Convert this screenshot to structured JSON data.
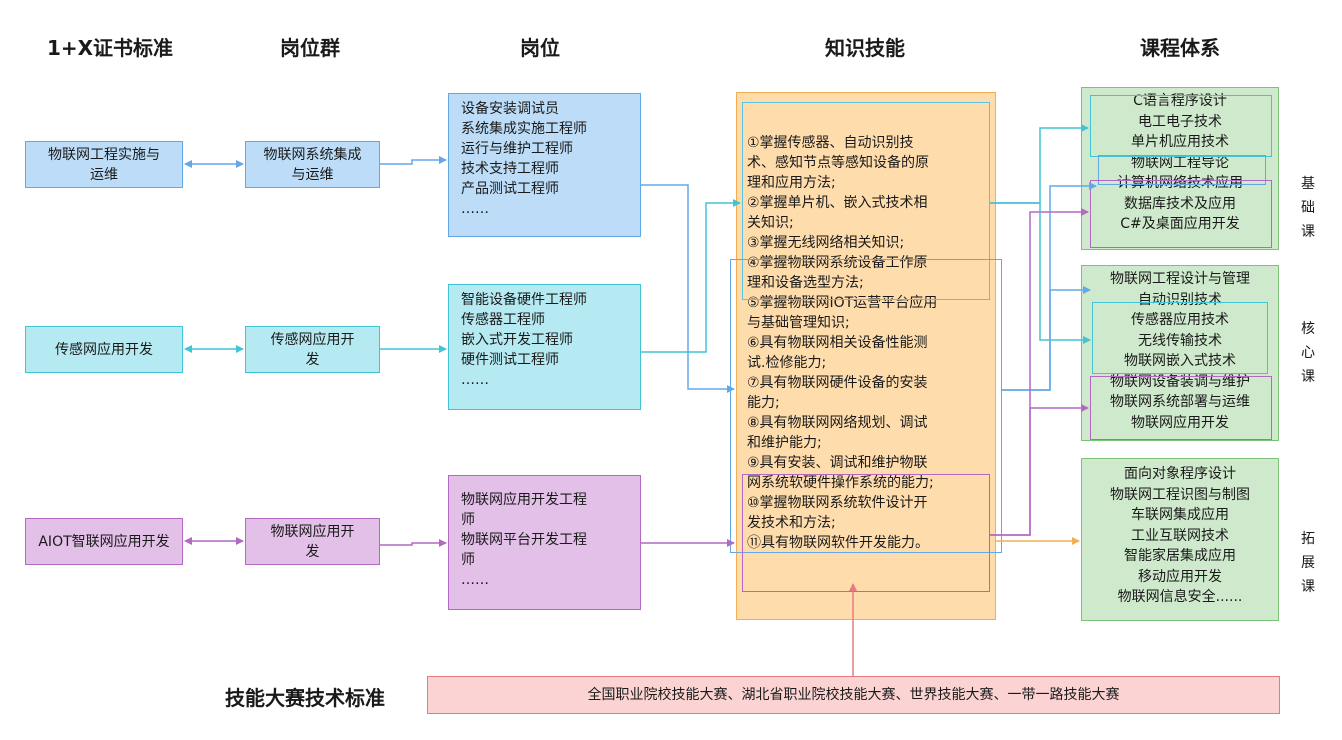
{
  "headers": {
    "cert": "1+X证书标准",
    "group": "岗位群",
    "post": "岗位",
    "skill": "知识技能",
    "course": "课程体系"
  },
  "certs": [
    {
      "text": "物联网工程实施与运维"
    },
    {
      "text": "传感网应用开发"
    },
    {
      "text": "AIOT智联网应用开发"
    }
  ],
  "groups": [
    {
      "text": "物联网系统集成与运维"
    },
    {
      "text": "传感网应用开发"
    },
    {
      "text": "物联网应用开发"
    }
  ],
  "posts": [
    {
      "lines": [
        "设备安装调试员",
        "系统集成实施工程师",
        "运行与维护工程师",
        "技术支持工程师",
        "产品测试工程师",
        "……"
      ]
    },
    {
      "lines": [
        "智能设备硬件工程师",
        "传感器工程师",
        "嵌入式开发工程师",
        "硬件测试工程师",
        "……"
      ]
    },
    {
      "lines": [
        "物联网应用开发工程",
        "师",
        "物联网平台开发工程",
        "师",
        "……"
      ]
    }
  ],
  "skills": [
    "①掌握传感器、自动识别技",
    "术、感知节点等感知设备的原",
    "理和应用方法;",
    "②掌握单片机、嵌入式技术相",
    "关知识;",
    "③掌握无线网络相关知识;",
    "④掌握物联网系统设备工作原",
    "理和设备选型方法;",
    "⑤掌握物联网IOT运营平台应用",
    "与基础管理知识;",
    "⑥具有物联网相关设备性能测",
    "试.检修能力;",
    "⑦具有物联网硬件设备的安装",
    "能力;",
    "⑧具有物联网网络规划、调试",
    "和维护能力;",
    "⑨具有安装、调试和维护物联",
    "网系统软硬件操作系统的能力;",
    "⑩掌握物联网系统软件设计开",
    "发技术和方法;",
    "⑪具有物联网软件开发能力。"
  ],
  "courses": [
    {
      "label": [
        "基",
        "础",
        "课"
      ],
      "lines": [
        "C语言程序设计",
        "电工电子技术",
        "单片机应用技术",
        "物联网工程导论",
        "计算机网络技术应用",
        "数据库技术及应用",
        "C#及桌面应用开发"
      ]
    },
    {
      "label": [
        "核",
        "心",
        "课"
      ],
      "lines": [
        "物联网工程设计与管理",
        "自动识别技术",
        "传感器应用技术",
        "无线传输技术",
        "物联网嵌入式技术",
        "物联网设备装调与维护",
        "物联网系统部署与运维",
        "物联网应用开发"
      ]
    },
    {
      "label": [
        "拓",
        "展",
        "课"
      ],
      "lines": [
        "面向对象程序设计",
        "物联网工程识图与制图",
        "车联网集成应用",
        "工业互联网技术",
        "智能家居集成应用",
        "移动应用开发",
        "物联网信息安全......"
      ]
    }
  ],
  "contest": {
    "title": "技能大赛技术标准",
    "text": "全国职业院校技能大赛、湖北省职业院校技能大赛、世界技能大赛、一带一路技能大赛"
  },
  "colors": {
    "blue": "#62a8e8",
    "cyan": "#42c3d6",
    "purple": "#b369c4",
    "orange": "#f4ae55",
    "red": "#e67c80"
  }
}
